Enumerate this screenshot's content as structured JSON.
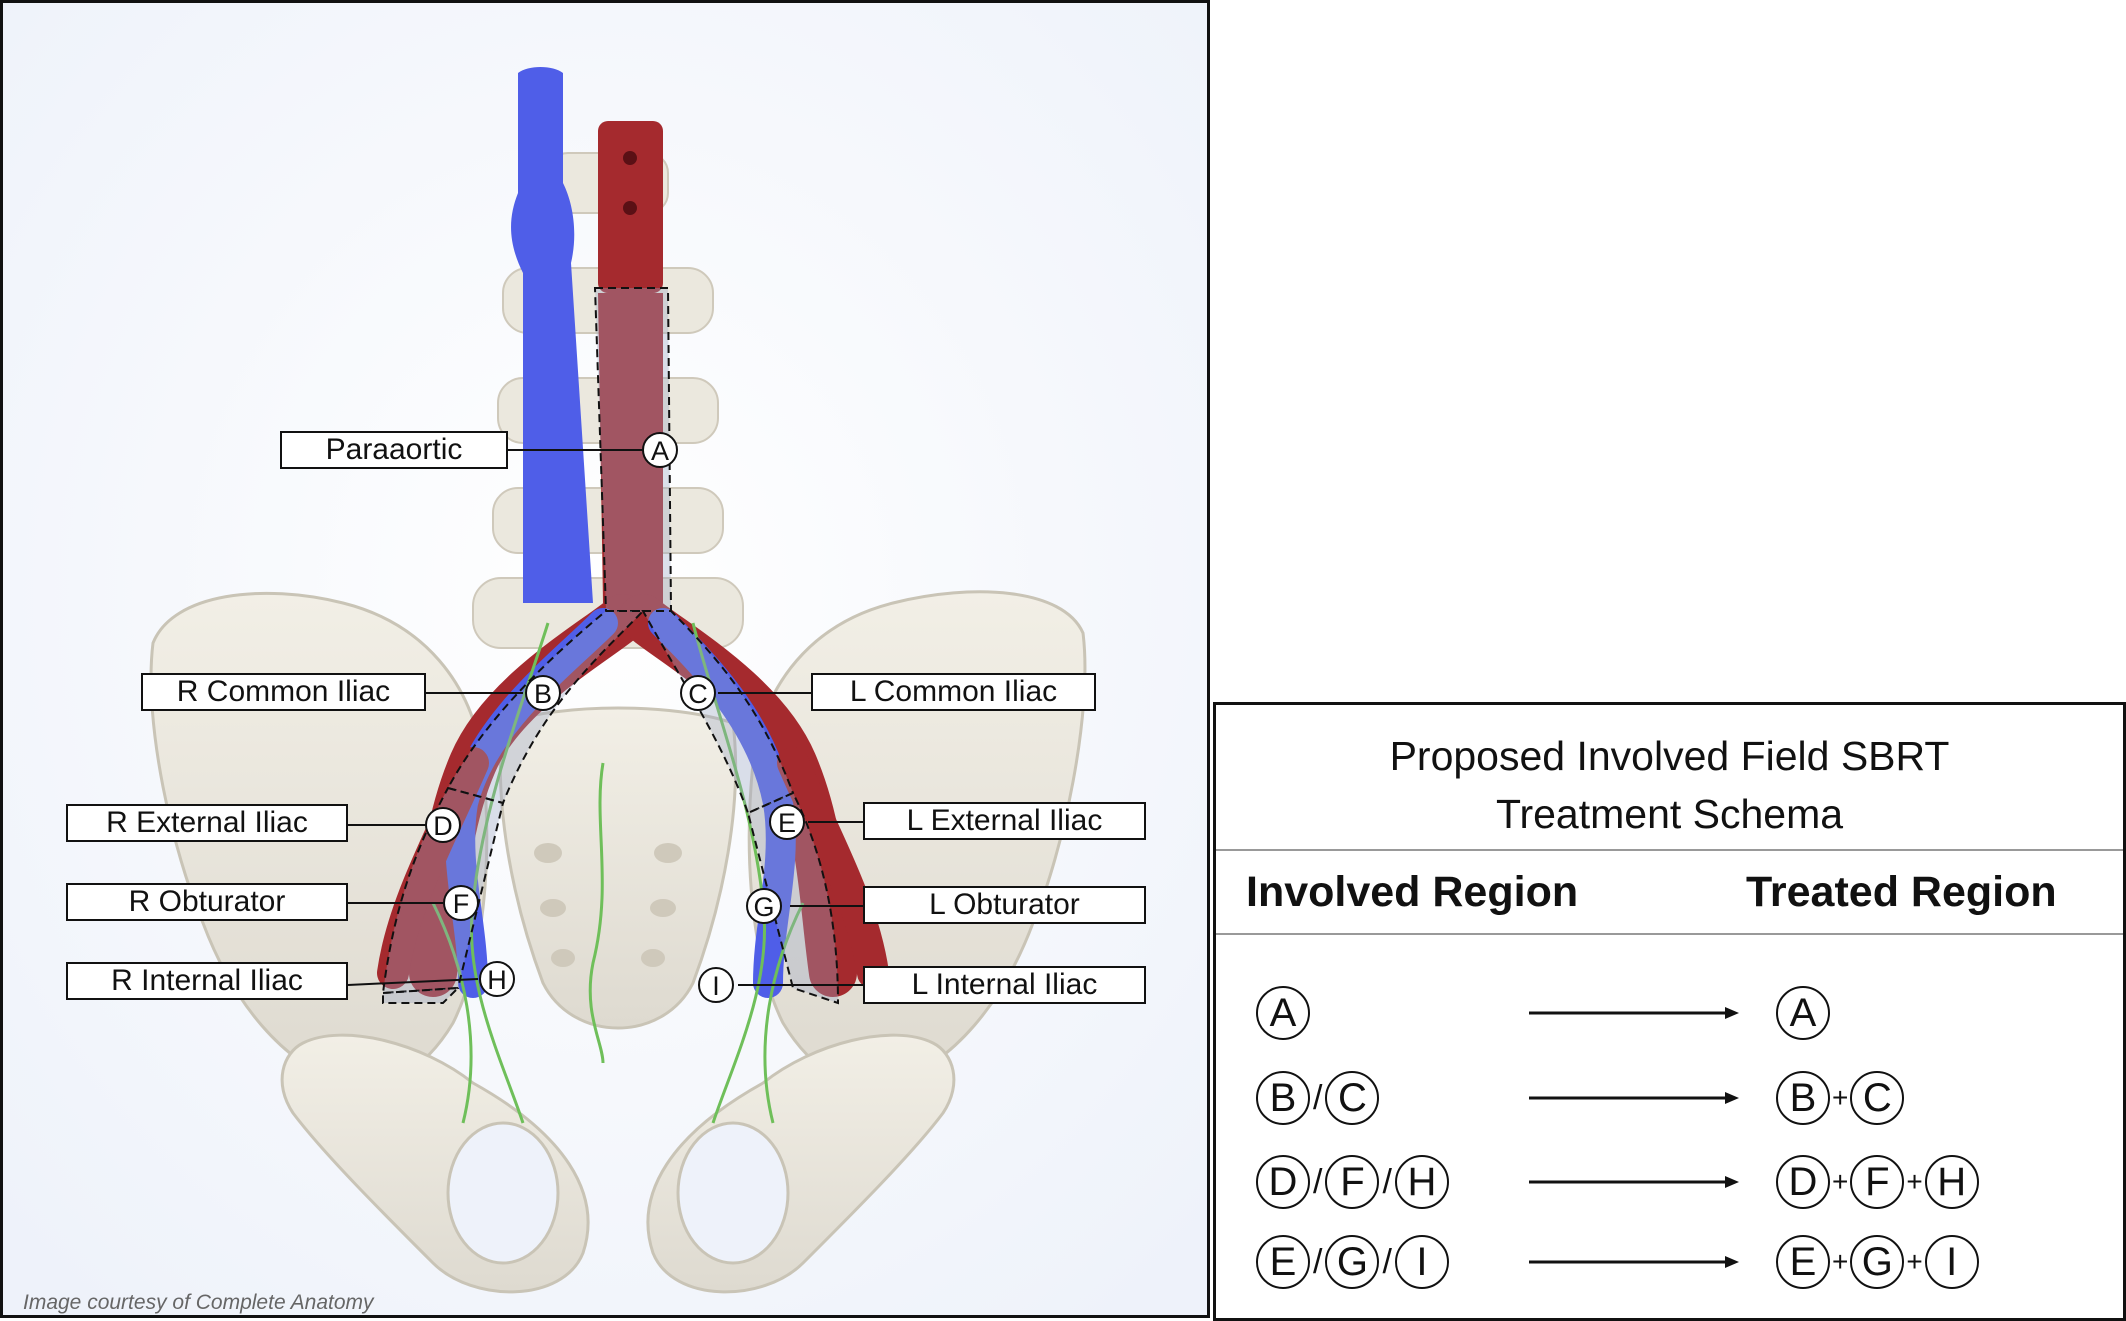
{
  "credit": "Image courtesy of Complete Anatomy",
  "colors": {
    "vein": "#4f5ee8",
    "artery": "#a52a2e",
    "bone": "#e7e4da",
    "lymph": "#6fbf5a",
    "region_overlay": "#9aa7c4"
  },
  "region_labels": [
    {
      "letter": "A",
      "name": "Paraaortic"
    },
    {
      "letter": "B",
      "name": "R Common Iliac"
    },
    {
      "letter": "C",
      "name": "L Common Iliac"
    },
    {
      "letter": "D",
      "name": "R External Iliac"
    },
    {
      "letter": "E",
      "name": "L External Iliac"
    },
    {
      "letter": "F",
      "name": "R Obturator"
    },
    {
      "letter": "G",
      "name": "L Obturator"
    },
    {
      "letter": "H",
      "name": "R Internal Iliac"
    },
    {
      "letter": "I",
      "name": "L Internal Iliac"
    }
  ],
  "schema": {
    "title_line1": "Proposed Involved Field SBRT",
    "title_line2": "Treatment Schema",
    "col_involved": "Involved Region",
    "col_treated": "Treated Region",
    "rows": [
      {
        "involved": [
          "A"
        ],
        "treated": [
          "A"
        ]
      },
      {
        "involved": [
          "B",
          "C"
        ],
        "treated": [
          "B",
          "C"
        ]
      },
      {
        "involved": [
          "D",
          "F",
          "H"
        ],
        "treated": [
          "D",
          "F",
          "H"
        ]
      },
      {
        "involved": [
          "E",
          "G",
          "I"
        ],
        "treated": [
          "E",
          "G",
          "I"
        ]
      }
    ],
    "involved_sep": "/",
    "treated_sep": "+"
  }
}
